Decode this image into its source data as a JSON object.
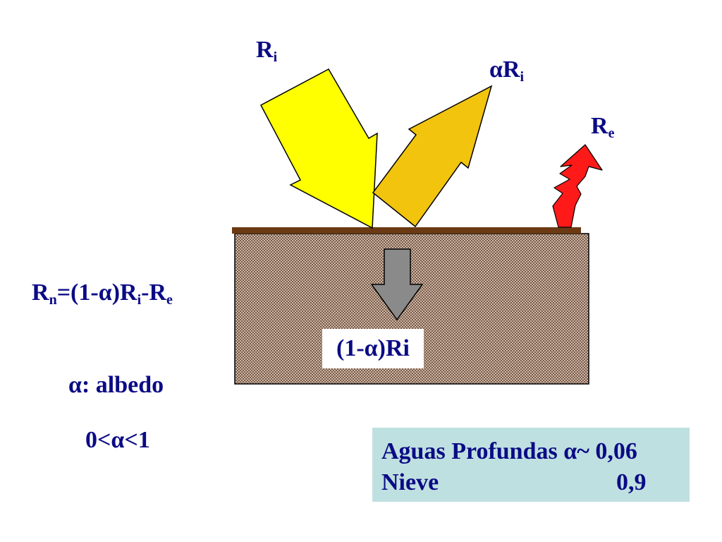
{
  "labels": {
    "incident": {
      "main": "R",
      "sub": "i"
    },
    "reflected": {
      "alpha": "α",
      "main": "R",
      "sub": "i"
    },
    "emitted": {
      "main": "R",
      "sub": "e"
    },
    "absorbed": {
      "prefix": "(1-",
      "alpha": "α",
      "suffix": ")Ri"
    }
  },
  "equation": {
    "lhs": "R",
    "lhs_sub": "n",
    "mid": "=(1-",
    "alpha": "α",
    "mid2": ")R",
    "mid2_sub": "i",
    "minus": "-R",
    "end_sub": "e"
  },
  "albedo_def": {
    "alpha": "α",
    "text": ": albedo"
  },
  "range": {
    "left": "0<",
    "alpha": "α",
    "right": "<1"
  },
  "table": {
    "row1_label": "Aguas Profundas ",
    "row1_alpha": "α",
    "row1_value": "~ 0,06",
    "row2_label": "Nieve",
    "row2_value": "0,9"
  },
  "colors": {
    "text": "#0b0b85",
    "incident_arrow": "#ffff00",
    "reflected_arrow": "#f2c40e",
    "emitted_arrow": "#ff1a1a",
    "absorbed_arrow": "#8a8a8a",
    "soil": "#b59b88",
    "surface_line": "#6b3a12",
    "table_bg": "#bfe0e0"
  }
}
